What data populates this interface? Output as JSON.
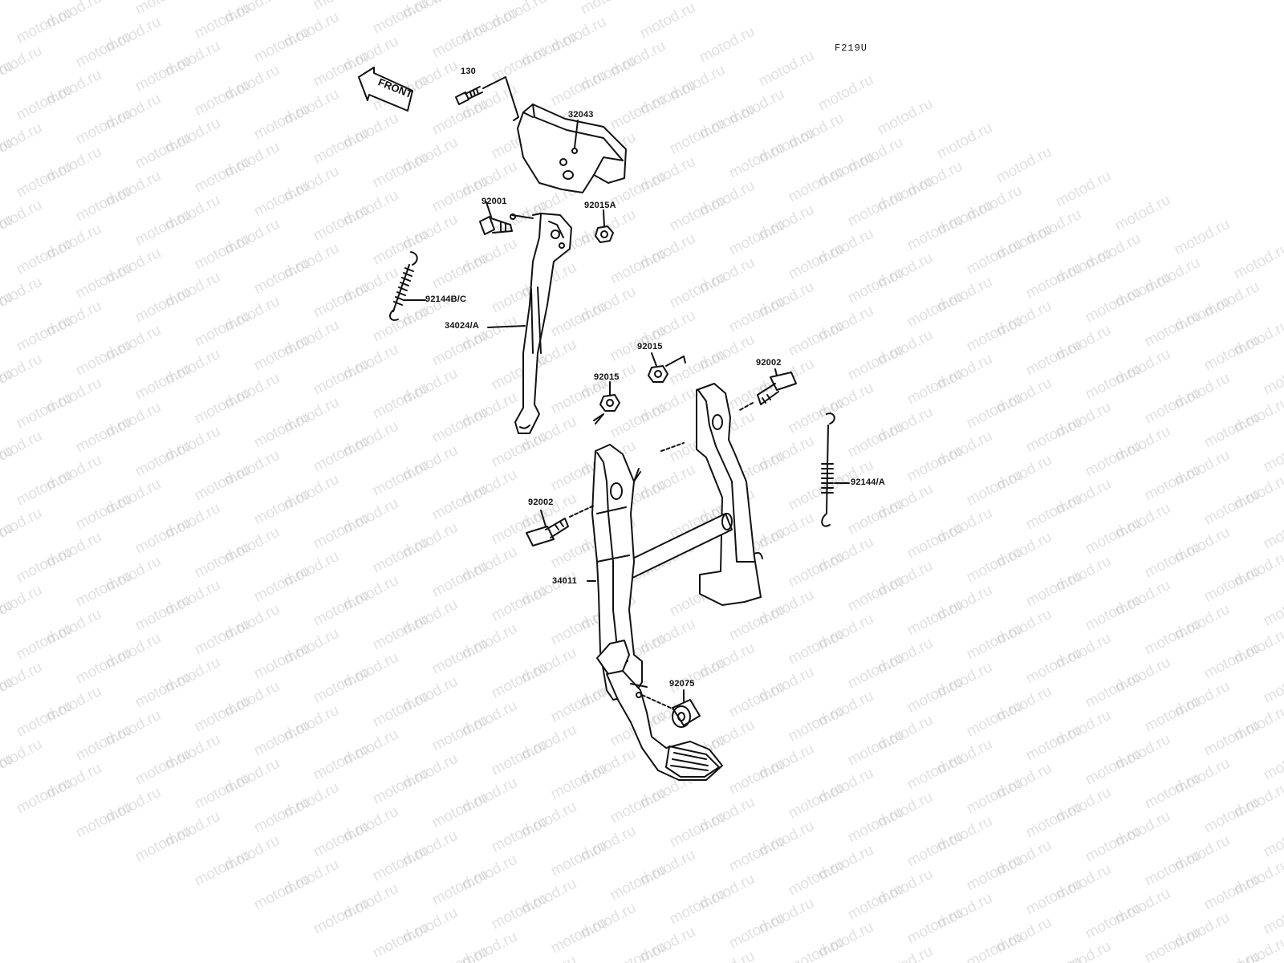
{
  "figure_code": "F219U",
  "watermark_text": "motod.ru",
  "front_label": "FRONT",
  "labels": {
    "p130": "130",
    "p32043": "32043",
    "p92001": "92001",
    "p92015A": "92015A",
    "p92144BC": "92144B/C",
    "p34024A": "34024/A",
    "p92015_right": "92015",
    "p92015_left": "92015",
    "p92002_right": "92002",
    "p92144A": "92144/A",
    "p92002_left": "92002",
    "p34011": "34011",
    "p92075": "92075"
  },
  "colors": {
    "line": "#111111",
    "watermark": "#9a9a9a"
  }
}
